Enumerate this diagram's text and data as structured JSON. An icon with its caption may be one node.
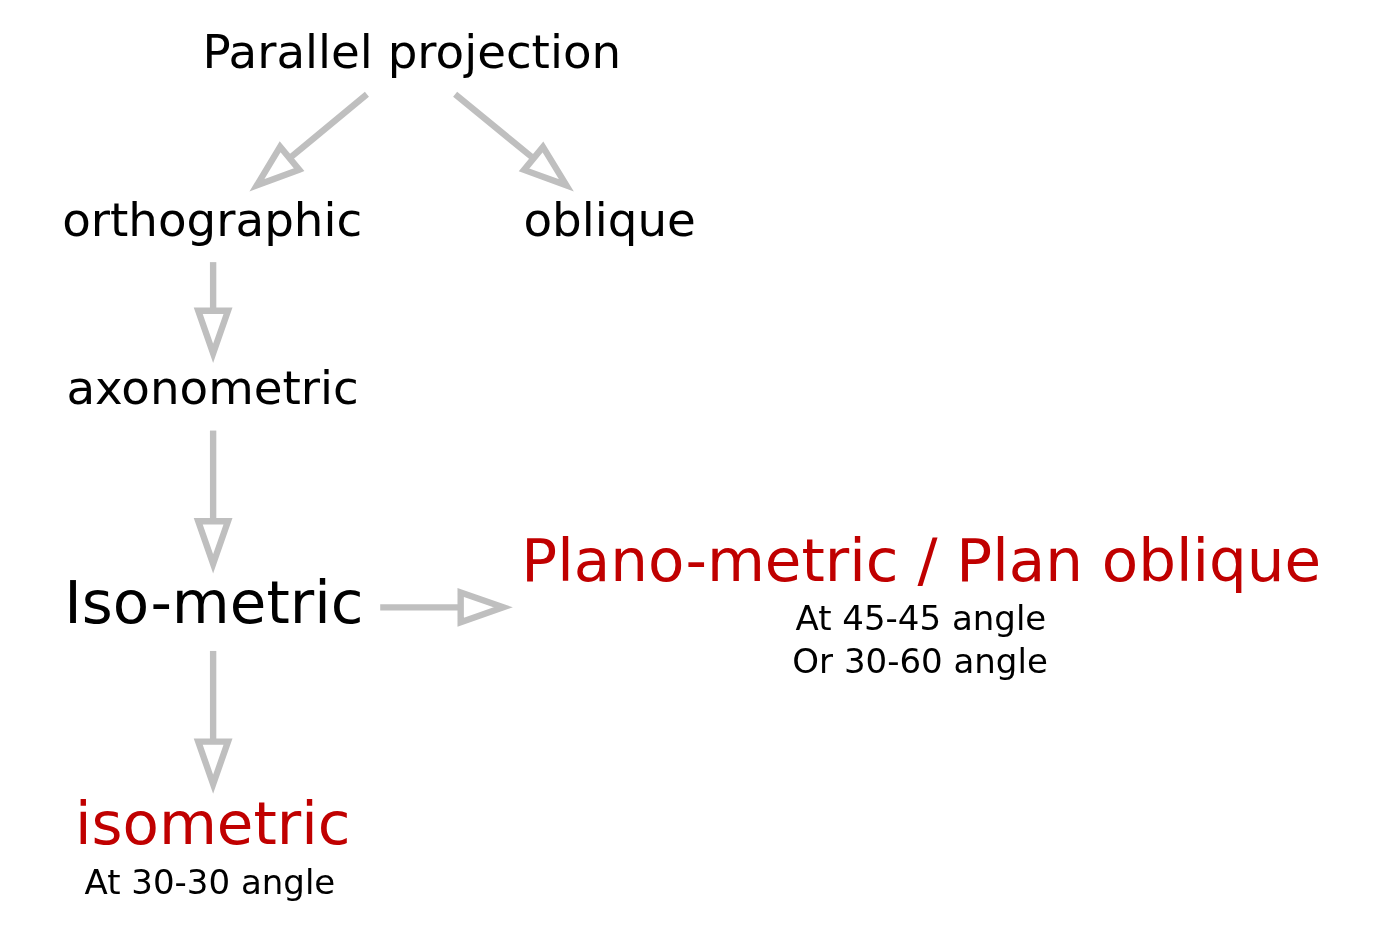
{
  "diagram": {
    "nodes": [
      {
        "text": [
          "Parallel projection"
        ]
      },
      {
        "text": [
          "orthographic"
        ]
      },
      {
        "text": [
          "oblique"
        ]
      },
      {
        "text": [
          "axonometric"
        ]
      },
      {
        "text": [
          "Iso-metric"
        ]
      },
      {
        "text": [
          "isometric"
        ],
        "beside": [
          "At 30-30 angle"
        ]
      },
      {
        "text": [
          "Plano-metric / Plan oblique"
        ],
        "beside": [
          "At 45-45 angle",
          "Or 30-60 angle"
        ]
      }
    ],
    "edges": [
      {
        "from": 0,
        "to": 1,
        "arrow": "to"
      },
      {
        "from": 0,
        "to": 2,
        "arrow": "to"
      },
      {
        "from": 1,
        "to": 3,
        "arrow": "to"
      },
      {
        "from": 3,
        "to": 4,
        "arrow": "to"
      },
      {
        "from": 4,
        "to": 5,
        "arrow": "to"
      },
      {
        "from": 4,
        "to": 6,
        "arrow": "to"
      }
    ]
  }
}
